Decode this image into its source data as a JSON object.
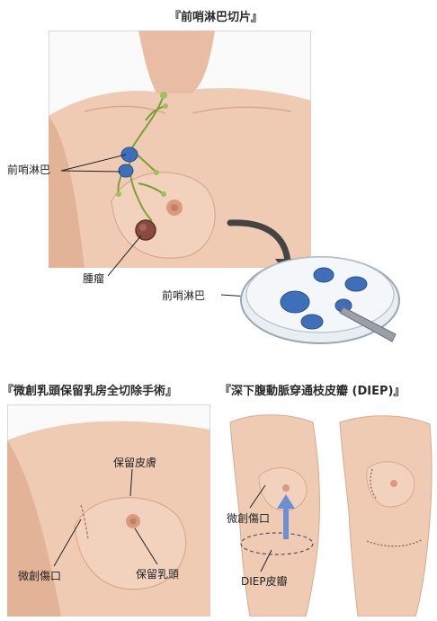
{
  "section1": {
    "title": "『前哨淋巴切片』",
    "labels": {
      "sentinel_node": "前哨淋巴",
      "tumor": "腫瘤",
      "dish_node": "前哨淋巴"
    }
  },
  "section2": {
    "title": "『微創乳頭保留乳房全切除手術』",
    "labels": {
      "preserve_skin": "保留皮膚",
      "minimal_incision": "微創傷口",
      "preserve_nipple": "保留乳頭"
    }
  },
  "section3": {
    "title": "『深下腹動脈穿通枝皮瓣 (DIEP)』",
    "labels": {
      "minimal_incision": "微創傷口",
      "diep_flap": "DIEP皮瓣"
    }
  },
  "colors": {
    "skin": "#efcbb4",
    "skin_shadow": "#d9a98e",
    "lymph_node": "#3f6fb8",
    "vessel": "#7aa03a",
    "tumor": "#8a4a3e",
    "arrow": "#444444"
  }
}
